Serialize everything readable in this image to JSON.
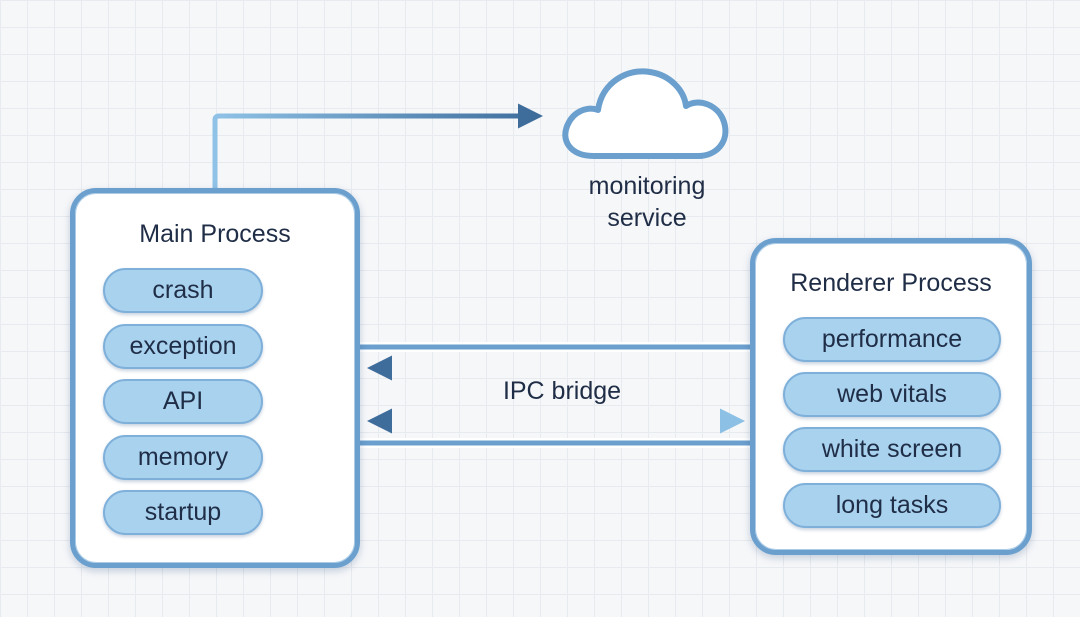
{
  "main_process": {
    "title": "Main Process",
    "items": [
      "crash",
      "exception",
      "API",
      "memory",
      "startup"
    ]
  },
  "renderer_process": {
    "title": "Renderer Process",
    "items": [
      "performance",
      "web vitals",
      "white screen",
      "long tasks"
    ]
  },
  "monitoring_service": {
    "label_line1": "monitoring",
    "label_line2": "service",
    "icon": "cloud-icon"
  },
  "ipc": {
    "label": "IPC bridge"
  },
  "colors": {
    "box_border": "#6a9fce",
    "pill_fill": "#a9d2ef",
    "arrow_dark": "#3e6d9c",
    "arrow_light": "#8cc0e4",
    "text": "#1f2d46"
  }
}
